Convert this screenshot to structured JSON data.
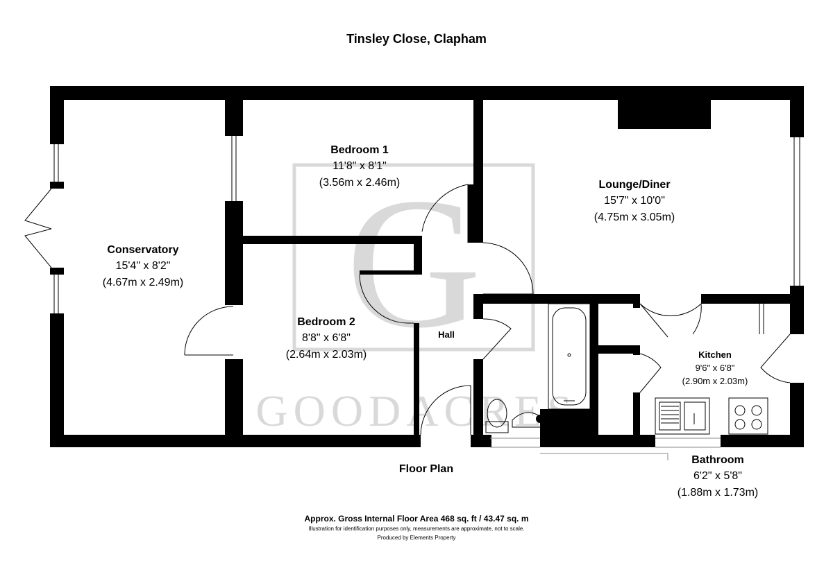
{
  "title": "Tinsley Close, Clapham",
  "watermark": {
    "letter": "G",
    "text": "GOODACRES"
  },
  "rooms": {
    "conservatory": {
      "name": "Conservatory",
      "imperial": "15'4\" x 8'2\"",
      "metric": "(4.67m x 2.49m)"
    },
    "bedroom1": {
      "name": "Bedroom 1",
      "imperial": "11'8\" x 8'1\"",
      "metric": "(3.56m x 2.46m)"
    },
    "lounge": {
      "name": "Lounge/Diner",
      "imperial": "15'7\" x 10'0\"",
      "metric": "(4.75m x 3.05m)"
    },
    "bedroom2": {
      "name": "Bedroom 2",
      "imperial": "8'8\" x 6'8\"",
      "metric": "(2.64m x 2.03m)"
    },
    "hall": {
      "name": "Hall"
    },
    "kitchen": {
      "name": "Kitchen",
      "imperial": "9'6\" x 6'8\"",
      "metric": "(2.90m x 2.03m)"
    },
    "bathroom": {
      "name": "Bathroom",
      "imperial": "6'2\" x 5'8\"",
      "metric": "(1.88m x 1.73m)"
    }
  },
  "floor_label": "Floor Plan",
  "footer": {
    "area": "Approx. Gross Internal Floor Area 468 sq. ft / 43.47 sq. m",
    "disclaimer": "Illustration for identification purposes only, measurements are approximate, not to scale.",
    "credit": "Produced by Elements Property"
  }
}
